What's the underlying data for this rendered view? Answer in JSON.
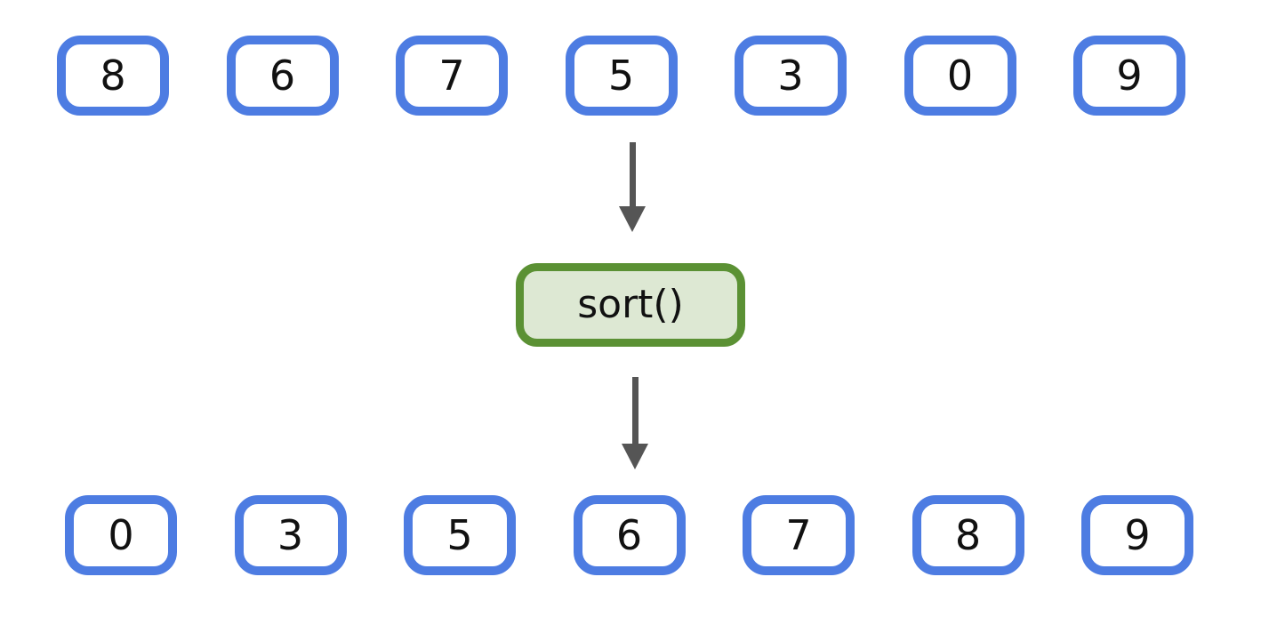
{
  "diagram": {
    "description": "Array sorting diagram: unsorted list passes through sort() to produce sorted list",
    "input_row": [
      "8",
      "6",
      "7",
      "5",
      "3",
      "0",
      "9"
    ],
    "operation_label": "sort()",
    "output_row": [
      "0",
      "3",
      "5",
      "6",
      "7",
      "8",
      "9"
    ],
    "colors": {
      "box_border": "#4d7ce2",
      "box_fill": "#ffffff",
      "operation_border": "#5b9134",
      "operation_fill": "#dde8d3",
      "arrow": "#555555",
      "text": "#111111"
    }
  }
}
